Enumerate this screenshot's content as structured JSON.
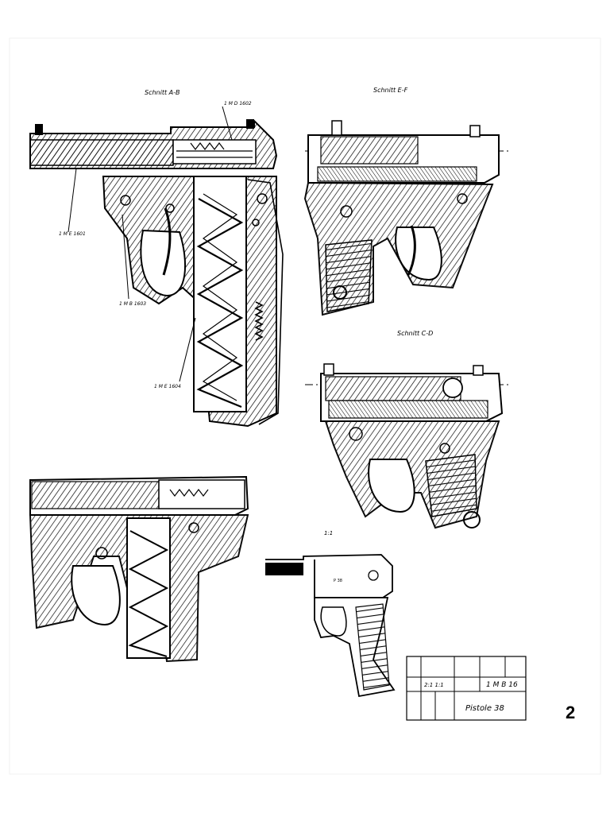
{
  "sections": {
    "ab_title": "Schnitt A-B",
    "ef_title": "Schnitt E-F",
    "cd_title": "Schnitt C-D",
    "scale_view": "1:1"
  },
  "part_labels": {
    "p1602": "1 M D 1602",
    "p1601": "1 M E 1601",
    "p1603": "1 M B 1603",
    "p1604": "1 M E 1604",
    "p38_mark": "P 38"
  },
  "title_block": {
    "scale": "2:1  1:1",
    "drawing_number": "1 M B 16",
    "title": "Pistole 38"
  },
  "page_number": "2"
}
